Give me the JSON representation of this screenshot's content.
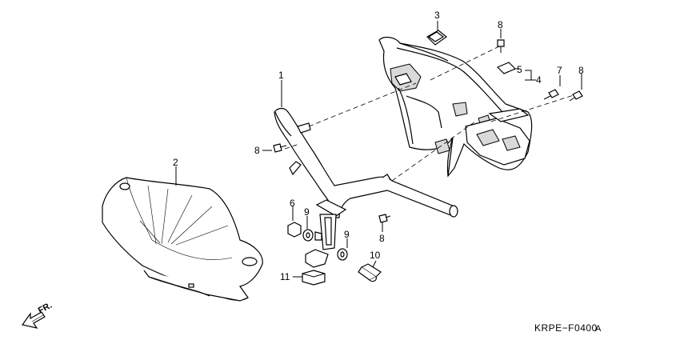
{
  "diagram_code": "KRPE−F0400",
  "diagram_code_suffix": "A",
  "direction_label": "FR.",
  "callouts": [
    "1",
    "2",
    "3",
    "4",
    "5",
    "6",
    "7",
    "8",
    "9",
    "10",
    "11"
  ],
  "parts": [
    {
      "ref": "1",
      "icon": "handlebar-pipe"
    },
    {
      "ref": "2",
      "icon": "front-handlebar-cover"
    },
    {
      "ref": "3",
      "icon": "cap-plug"
    },
    {
      "ref": "4",
      "icon": "rear-handlebar-cover"
    },
    {
      "ref": "5",
      "icon": "cap-plug"
    },
    {
      "ref": "6",
      "icon": "nut"
    },
    {
      "ref": "7",
      "icon": "screw"
    },
    {
      "ref": "8",
      "icon": "screw"
    },
    {
      "ref": "9",
      "icon": "washer"
    },
    {
      "ref": "10",
      "icon": "bolt"
    },
    {
      "ref": "11",
      "icon": "nut"
    }
  ]
}
